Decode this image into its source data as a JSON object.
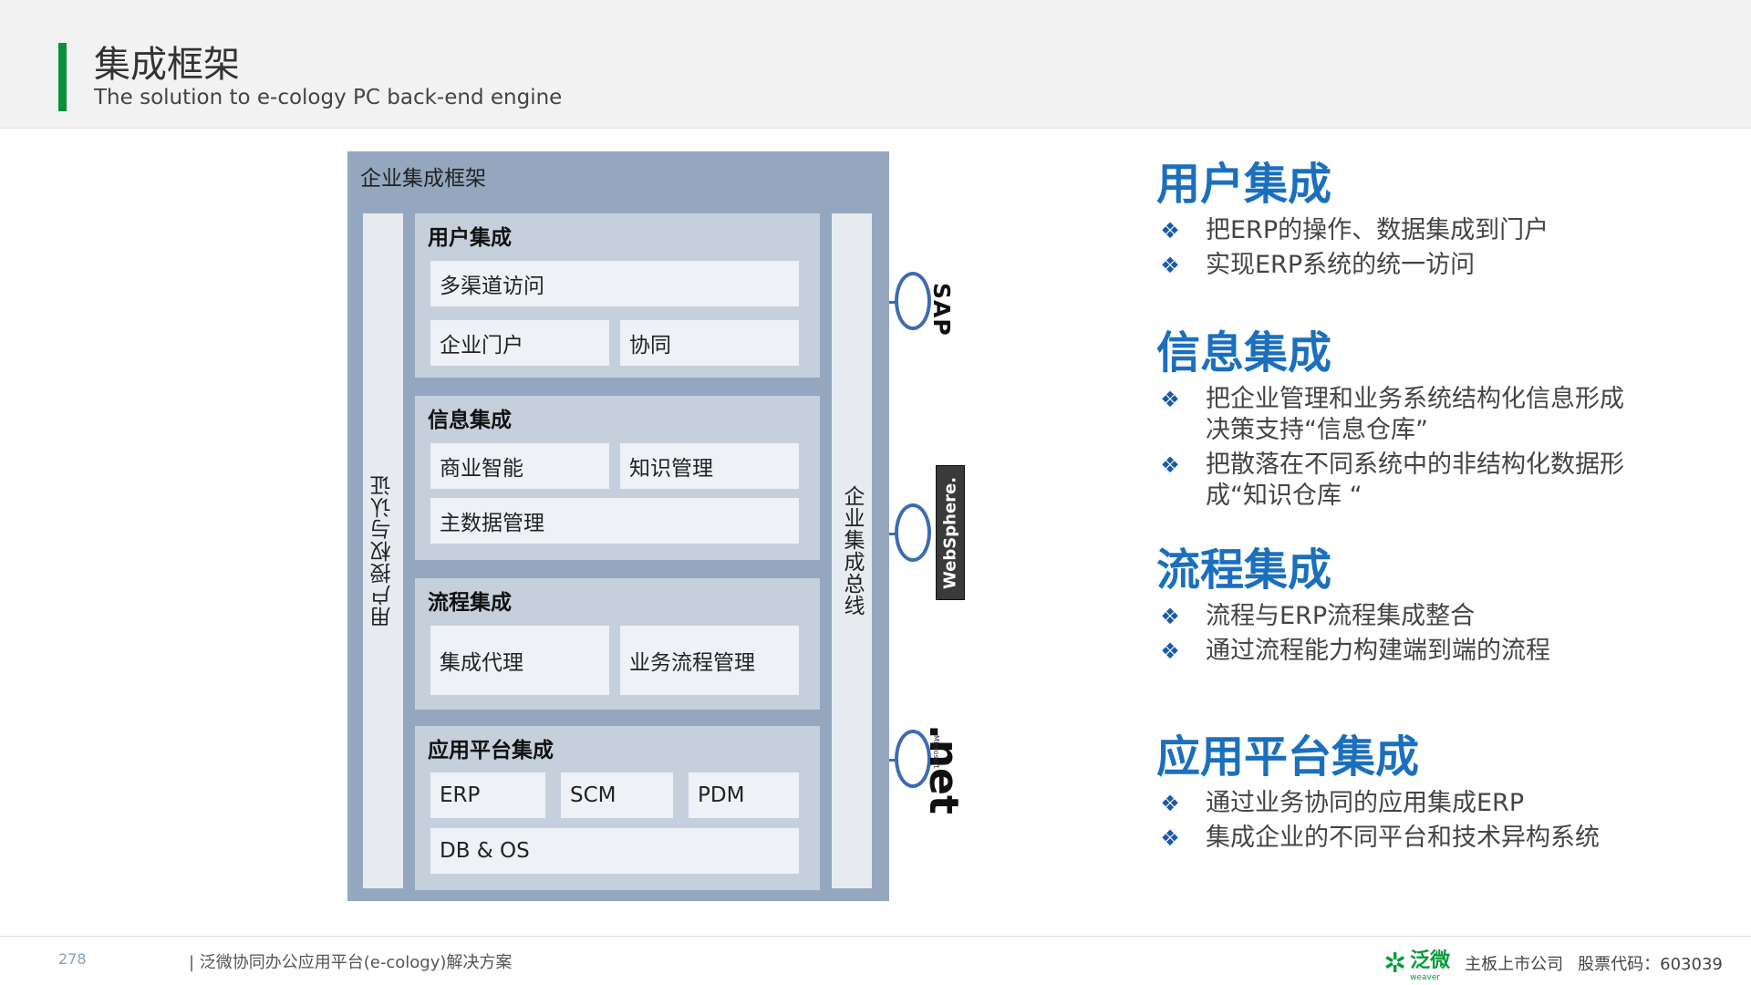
{
  "header": {
    "title": "集成框架",
    "subtitle": "The solution to e-cology PC back-end engine"
  },
  "framework": {
    "title": "企业集成框架",
    "left_column": "用户授权与认证",
    "right_column": "企业集成总线",
    "sections": [
      {
        "title": "用户集成",
        "cells": [
          "多渠道访问",
          "企业门户",
          "协同"
        ]
      },
      {
        "title": "信息集成",
        "cells": [
          "商业智能",
          "知识管理",
          "主数据管理"
        ]
      },
      {
        "title": "流程集成",
        "cells": [
          "集成代理",
          "业务流程管理"
        ]
      },
      {
        "title": "应用平台集成",
        "cells": [
          "ERP",
          "SCM",
          "PDM",
          "DB & OS"
        ]
      }
    ]
  },
  "connectors": {
    "sap_label": "SAP",
    "websphere_label": "WebSphere.",
    "net_label": ".net",
    "microsoft_label": "Microsoft"
  },
  "topics": [
    {
      "title": "用户集成",
      "bullets": [
        "把ERP的操作、数据集成到门户",
        "实现ERP系统的统一访问"
      ]
    },
    {
      "title": "信息集成",
      "bullets": [
        "把企业管理和业务系统结构化信息形成决策支持“信息仓库”",
        "把散落在不同系统中的非结构化数据形成“知识仓库 “"
      ]
    },
    {
      "title": "流程集成",
      "bullets": [
        "流程与ERP流程集成整合",
        "通过流程能力构建端到端的流程"
      ]
    },
    {
      "title": "应用平台集成",
      "bullets": [
        "通过业务协同的应用集成ERP",
        "集成企业的不同平台和技术异构系统"
      ]
    }
  ],
  "bullet_icon": "diamond-bullet-icon",
  "colors": {
    "accent": "#0a8f3c",
    "topic_title": "#1b6fbd",
    "framework_bg": "#94a7bf",
    "connector": "#3d6bb3"
  },
  "footer": {
    "page_number": "278",
    "text": "| 泛微协同办公应用平台(e-cology)解决方案",
    "logo_name": "泛微",
    "logo_sub": "weaver",
    "company_note": "主板上市公司",
    "stock_code": "股票代码：603039"
  }
}
